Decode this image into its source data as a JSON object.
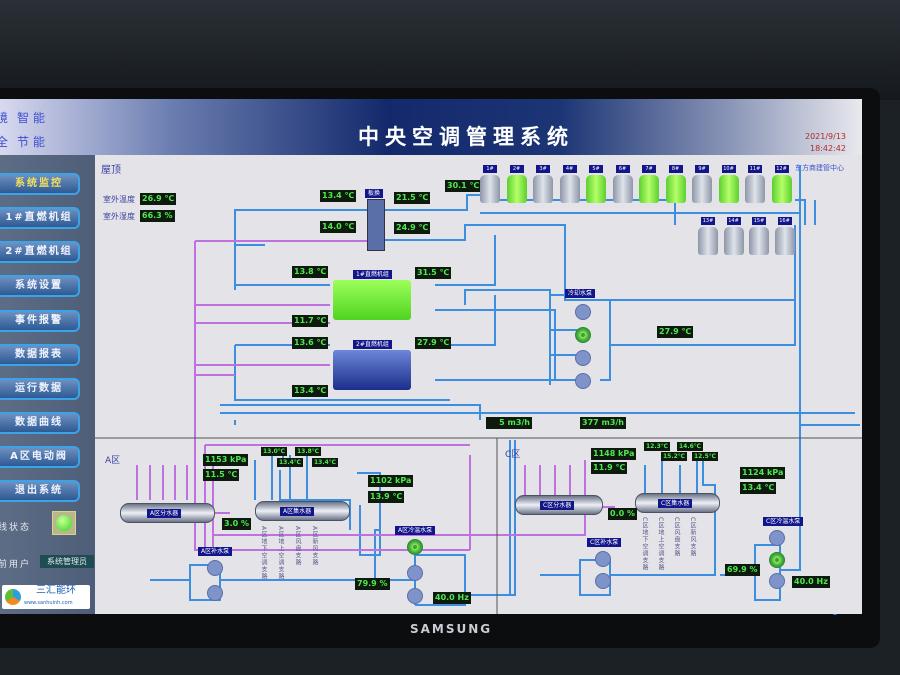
{
  "header": {
    "slogan_top": "智能",
    "slogan_bottom": "节能",
    "slogan_left_top": "境",
    "slogan_left_bottom": "全",
    "title": "中央空调管理系统",
    "date": "2021/9/13",
    "time": "18:42:42",
    "org": "东方商建管中心"
  },
  "sidebar": {
    "items": [
      "系统监控",
      "1#直燃机组",
      "2#直燃机组",
      "系统设置",
      "事件报警",
      "数据报表",
      "运行数据",
      "数据曲线",
      "A区电动阀",
      "退出系统"
    ],
    "status_label": "线状态",
    "user_label": "前用户",
    "user": "系统管理员",
    "logo_name": "三汇能环",
    "logo_url": "www.sanhuinh.com"
  },
  "roof": {
    "title": "屋顶",
    "outdoor_temp_label": "室外温度",
    "outdoor_temp": "26.9 ℃",
    "outdoor_hum_label": "室外湿度",
    "outdoor_hum": "66.3 %"
  },
  "plant": {
    "heat_exchanger": "板换",
    "chiller1": "1#直燃机组",
    "chiller2": "2#直燃机组",
    "cooling_pump": "冷却水泵",
    "readings": [
      "13.4 ℃",
      "14.0 ℃",
      "21.5 ℃",
      "24.9 ℃",
      "30.1 ℃",
      "13.8 ℃",
      "11.7 ℃",
      "31.5 ℃",
      "13.6 ℃",
      "13.4 ℃",
      "27.9 ℃",
      "27.9 ℃",
      "5 m3/h",
      "377 m3/h"
    ]
  },
  "towers": {
    "labels": [
      "1#",
      "2#",
      "3#",
      "4#",
      "5#",
      "6#",
      "7#",
      "8#",
      "9#",
      "10#",
      "11#",
      "12#",
      "13#",
      "14#",
      "15#",
      "16#"
    ],
    "running": [
      false,
      true,
      false,
      false,
      true,
      false,
      true,
      true,
      false,
      true,
      false,
      true,
      false,
      false,
      false,
      false
    ]
  },
  "zone_a": {
    "name": "A区",
    "distributor": "A区分水器",
    "collector": "A区集水器",
    "makeup_pump": "A区补水泵",
    "circ_pump": "A区冷温水泵",
    "branches": [
      "A区地下空调支路",
      "A区地上空调支路",
      "A区风盘支路",
      "A区新风支路"
    ],
    "supply_pressure": "1153 kPa",
    "supply_temp": "11.5 ℃",
    "return_pressure": "1102 kPa",
    "return_temp": "13.9 ℃",
    "bypass_valve": "3.0 %",
    "pump_valve": "79.9 %",
    "freq": "40.0 Hz",
    "branch_temps": [
      "13.0℃",
      "13.4℃",
      "13.8℃",
      "13.4℃"
    ]
  },
  "zone_c": {
    "name": "C区",
    "distributor": "C区分水器",
    "collector": "C区集水器",
    "makeup_pump": "C区补水泵",
    "circ_pump": "C区冷温水泵",
    "branches": [
      "C区地下空调支路",
      "C区地上空调支路",
      "C区风盘支路",
      "C区新风支路"
    ],
    "supply_pressure": "1148 kPa",
    "supply_temp": "11.9 ℃",
    "return_pressure": "1124 kPa",
    "return_temp": "13.4 ℃",
    "bypass_valve": "0.0 %",
    "pump_valve": "69.9 %",
    "freq": "40.0 Hz",
    "branch_temps": [
      "12.3℃",
      "15.2℃",
      "14.6℃",
      "12.5℃"
    ]
  },
  "monitor": {
    "brand": "SAMSUNG"
  },
  "colors": {
    "chilled": "#3c8fe0",
    "hot": "#c070e0",
    "reading_bg": "#0d1a0d",
    "reading_fg": "#4fe84f",
    "header": "#13296b"
  }
}
